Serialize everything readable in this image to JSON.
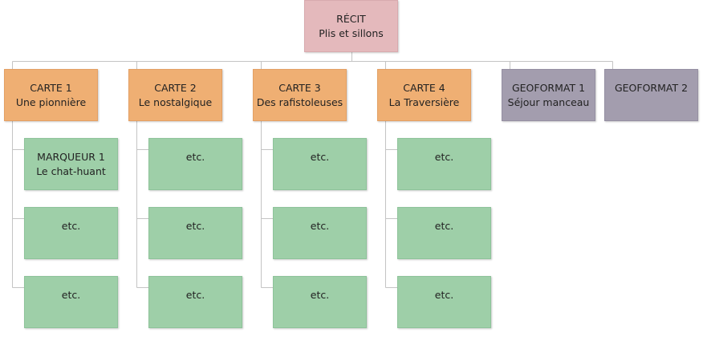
{
  "root": {
    "title": "RÉCIT",
    "subtitle": "Plis et sillons"
  },
  "cards": [
    {
      "title": "CARTE 1",
      "subtitle": "Une pionnière"
    },
    {
      "title": "CARTE 2",
      "subtitle": "Le nostalgique"
    },
    {
      "title": "CARTE 3",
      "subtitle": "Des rafistoleuses"
    },
    {
      "title": "CARTE 4",
      "subtitle": "La Traversière"
    }
  ],
  "geoformats": [
    {
      "title": "GEOFORMAT 1",
      "subtitle": "Séjour manceau"
    },
    {
      "title": "GEOFORMAT 2",
      "subtitle": ""
    }
  ],
  "children": [
    [
      {
        "title": "MARQUEUR 1",
        "subtitle": "Le chat-huant"
      },
      {
        "title": "etc.",
        "subtitle": ""
      },
      {
        "title": "etc.",
        "subtitle": ""
      }
    ],
    [
      {
        "title": "etc.",
        "subtitle": ""
      },
      {
        "title": "etc.",
        "subtitle": ""
      },
      {
        "title": "etc.",
        "subtitle": ""
      }
    ],
    [
      {
        "title": "etc.",
        "subtitle": ""
      },
      {
        "title": "etc.",
        "subtitle": ""
      },
      {
        "title": "etc.",
        "subtitle": ""
      }
    ],
    [
      {
        "title": "etc.",
        "subtitle": ""
      },
      {
        "title": "etc.",
        "subtitle": ""
      },
      {
        "title": "etc.",
        "subtitle": ""
      }
    ]
  ],
  "colors": {
    "root": "#e4b9bc",
    "card": "#efaf73",
    "geoformat": "#a39dae",
    "leaf": "#9ecfa8",
    "connector": "#c4c4c4"
  }
}
